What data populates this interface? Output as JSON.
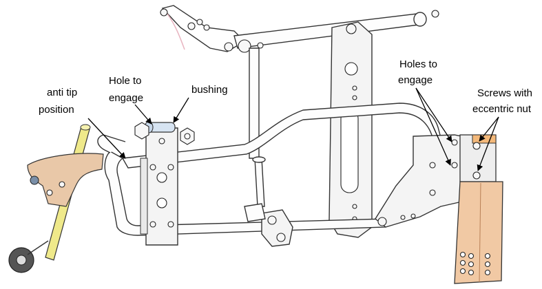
{
  "annotations": {
    "anti_tip": [
      "anti tip",
      "position"
    ],
    "hole_to_engage": [
      "Hole to",
      "engage"
    ],
    "bushing": [
      "bushing"
    ],
    "holes_to_engage": [
      "Holes to",
      "engage"
    ],
    "screws_eccentric": [
      "Screws with",
      "eccentric nut"
    ]
  },
  "colors": {
    "anti_tip_tube": "#efe98a",
    "anti_tip_clamp": "#e9c8a8",
    "footrest_bracket": "#f1c9a4",
    "bushing": "#d7e4f2",
    "accent_pink": "#e8b4c0"
  }
}
